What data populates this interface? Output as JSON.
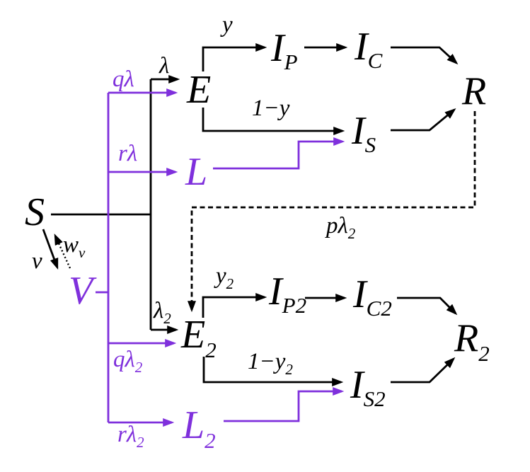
{
  "colors": {
    "line_black": "#000000",
    "accent_purple": "#7F30DC",
    "background": "#FFFFFF"
  },
  "nodes": {
    "S": {
      "label": "S"
    },
    "V": {
      "label": "V"
    },
    "E": {
      "label": "E"
    },
    "L": {
      "label": "L"
    },
    "IP": {
      "base": "I",
      "sub": "P"
    },
    "IC": {
      "base": "I",
      "sub": "C"
    },
    "IS": {
      "base": "I",
      "sub": "S"
    },
    "R": {
      "label": "R"
    },
    "E2": {
      "base": "E",
      "sub": "2"
    },
    "L2": {
      "base": "L",
      "sub": "2"
    },
    "IP2": {
      "base": "I",
      "sub": "P2"
    },
    "IC2": {
      "base": "I",
      "sub": "C2"
    },
    "IS2": {
      "base": "I",
      "sub": "S2"
    },
    "R2": {
      "base": "R",
      "sub": "2"
    }
  },
  "edge_labels": {
    "y": {
      "label": "y"
    },
    "lambda": {
      "label": "λ"
    },
    "q_lambda": {
      "label": "qλ"
    },
    "r_lambda": {
      "label": "rλ"
    },
    "one_minus_y": {
      "label": "1−y"
    },
    "v": {
      "label": "v"
    },
    "w_v": {
      "base": "w",
      "sub": "v"
    },
    "p_lambda_2": {
      "base": "pλ",
      "sub": "2"
    },
    "lambda_2": {
      "base": "λ",
      "sub": "2"
    },
    "y_2": {
      "base": "y",
      "sub": "2"
    },
    "q_lambda_2": {
      "base": "qλ",
      "sub": "2"
    },
    "one_minus_y_2": {
      "base": "1−y",
      "sub": "2"
    },
    "r_lambda_2": {
      "base": "rλ",
      "sub": "2"
    }
  }
}
